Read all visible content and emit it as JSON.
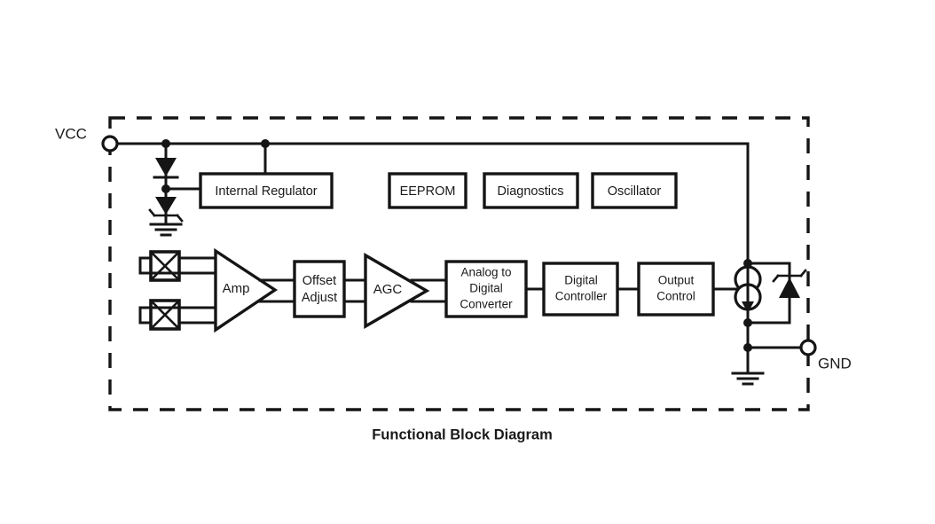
{
  "caption": "Functional Block Diagram",
  "colors": {
    "ink": "#151515",
    "background": "#ffffff",
    "text": "#1a1a1a"
  },
  "pins": [
    {
      "name": "VCC",
      "label": "VCC",
      "side": "left"
    },
    {
      "name": "GND",
      "label": "GND",
      "side": "right"
    }
  ],
  "blocks": {
    "internal_regulator": {
      "label": "Internal Regulator"
    },
    "eeprom": {
      "label": "EEPROM"
    },
    "diagnostics": {
      "label": "Diagnostics"
    },
    "oscillator": {
      "label": "Oscillator"
    },
    "offset_adjust": {
      "line1": "Offset",
      "line2": "Adjust"
    },
    "adc": {
      "line1": "Analog to",
      "line2": "Digital",
      "line3": "Converter"
    },
    "digital_controller": {
      "line1": "Digital",
      "line2": "Controller"
    },
    "output_control": {
      "line1": "Output",
      "line2": "Control"
    }
  },
  "amplifiers": {
    "amp": {
      "label": "Amp"
    },
    "agc": {
      "label": "AGC"
    }
  },
  "sensors": [
    {
      "name": "hall-plate-top",
      "symbol": "X"
    },
    {
      "name": "hall-plate-bottom",
      "symbol": "X"
    }
  ],
  "symbols": [
    {
      "name": "diode",
      "description": "series diode on VCC"
    },
    {
      "name": "zener-diode-regulator",
      "description": "zener to ground on VCC"
    },
    {
      "name": "ground-symbol-regulator",
      "description": "chassis ground"
    },
    {
      "name": "current-source",
      "description": "two-circle current source with down arrow"
    },
    {
      "name": "zener-diode-output",
      "description": "output clamp zener"
    },
    {
      "name": "ground-symbol-output",
      "description": "chassis ground at output"
    }
  ]
}
